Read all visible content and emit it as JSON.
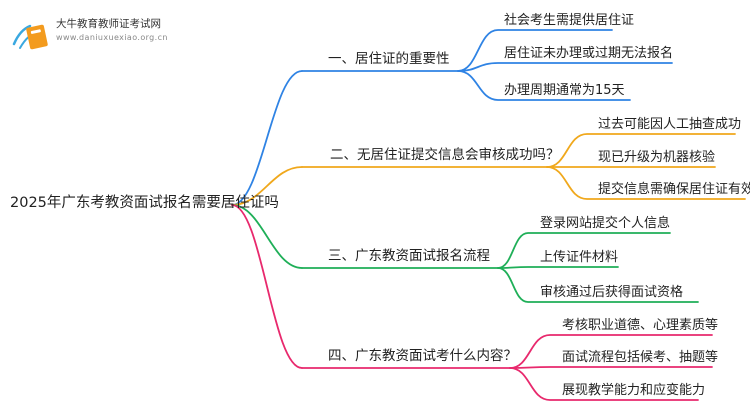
{
  "header": {
    "site_name": "大牛教育教师证考试网",
    "site_url": "www.daniuxuexiao.org.cn"
  },
  "root": {
    "label": "2025年广东考教资面试报名需要居住证吗"
  },
  "branches": [
    {
      "label": "一、居住证的重要性",
      "color": "#2f83e4",
      "leaves": [
        "社会考生需提供居住证",
        "居住证未办理或过期无法报名",
        "办理周期通常为15天"
      ]
    },
    {
      "label": "二、无居住证提交信息会审核成功吗？",
      "color": "#f0a81c",
      "leaves": [
        "过去可能因人工抽查成功",
        "现已升级为机器核验",
        "提交信息需确保居住证有效"
      ]
    },
    {
      "label": "三、广东教资面试报名流程",
      "color": "#1faf58",
      "leaves": [
        "登录网站提交个人信息",
        "上传证件材料",
        "审核通过后获得面试资格"
      ]
    },
    {
      "label": "四、广东教资面试考什么内容？",
      "color": "#e8296d",
      "leaves": [
        "考核职业道德、心理素质等",
        "面试流程包括候考、抽题等",
        "展现教学能力和应变能力"
      ]
    }
  ]
}
